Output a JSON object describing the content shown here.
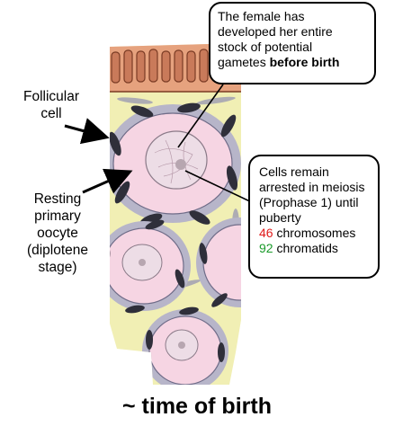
{
  "callout_top": {
    "line1": "The female has",
    "line2": "developed her entire",
    "line3": "stock of potential",
    "line4_normal": "gametes ",
    "line4_bold": "before birth"
  },
  "callout_right": {
    "line1": "Cells remain",
    "line2": "arrested in meiosis",
    "line3": "(Prophase 1) until",
    "line4": "puberty",
    "chromosomes_number": "46",
    "chromosomes_text": " chromosomes",
    "chromatids_number": "92",
    "chromatids_text": " chromatids"
  },
  "label_follicular": {
    "line1": "Follicular",
    "line2": "cell"
  },
  "label_oocyte": {
    "line1": "Resting",
    "line2": "primary",
    "line3": "oocyte",
    "line4": "(diplotene",
    "line5": "stage)"
  },
  "caption": "~ time of birth",
  "colors": {
    "surface_epithelium": "#e6a27e",
    "stroma": "#f1efb4",
    "follicular_layer": "#b7b5c9",
    "oocyte": "#f6d5e3",
    "nucleus": "#eddde6",
    "follicular_cell": "#2f2f3a",
    "red_number": "#e01a1a",
    "green_number": "#1a9a2a"
  }
}
